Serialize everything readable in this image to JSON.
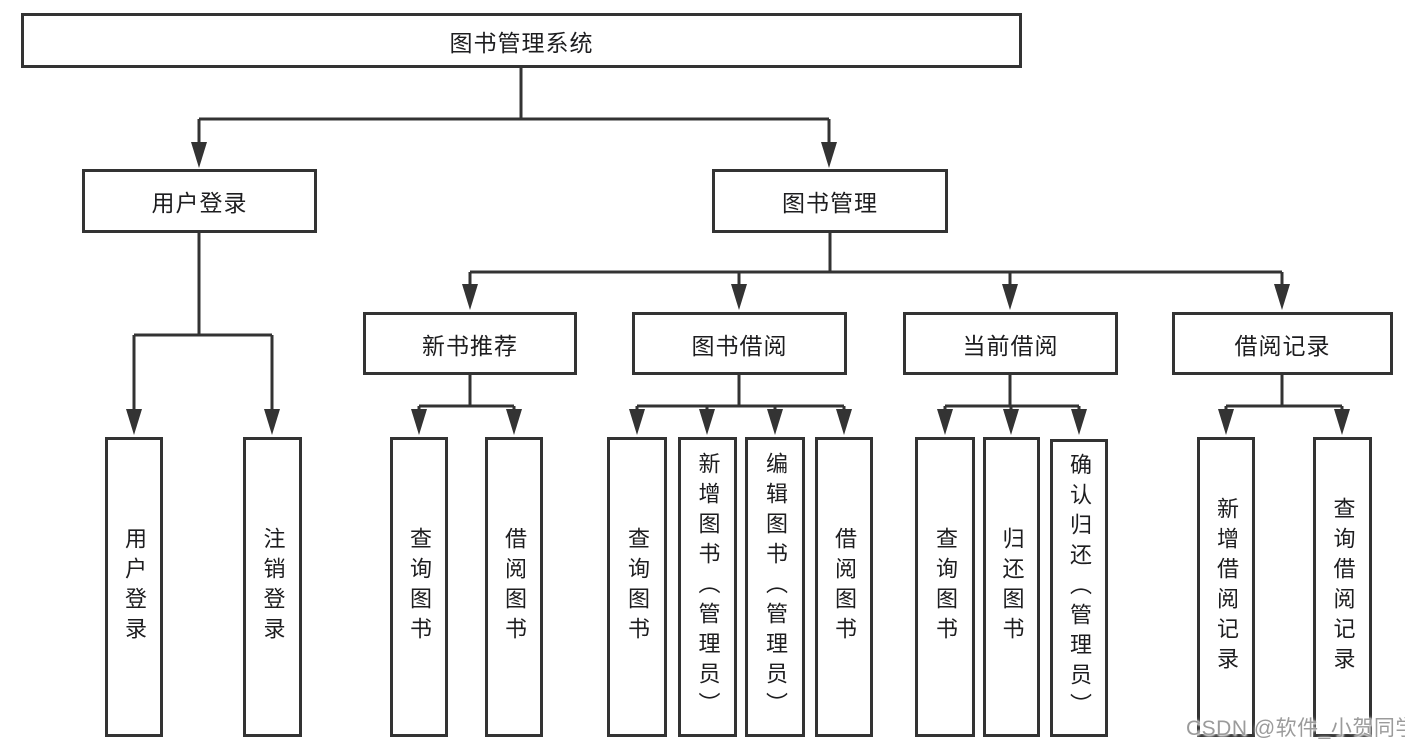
{
  "title": "图书管理系统",
  "level2": {
    "left": "用户登录",
    "right": "图书管理"
  },
  "login_children": [
    "用户登录",
    "注销登录"
  ],
  "modules": [
    {
      "label": "新书推荐",
      "children": [
        "查询图书",
        "借阅图书"
      ]
    },
    {
      "label": "图书借阅",
      "children": [
        "查询图书",
        "新增图书（管理员）",
        "编辑图书（管理员）",
        "借阅图书"
      ]
    },
    {
      "label": "当前借阅",
      "children": [
        "查询图书",
        "归还图书",
        "确认归还（管理员）"
      ]
    },
    {
      "label": "借阅记录",
      "children": [
        "新增借阅记录",
        "查询借阅记录"
      ]
    }
  ],
  "watermark": "CSDN @软件_小贺同学",
  "colors": {
    "line": "#333333",
    "border": "#333333",
    "text": "#1d1d1f",
    "watermark": "#9b9b9b",
    "background": "#ffffff"
  }
}
